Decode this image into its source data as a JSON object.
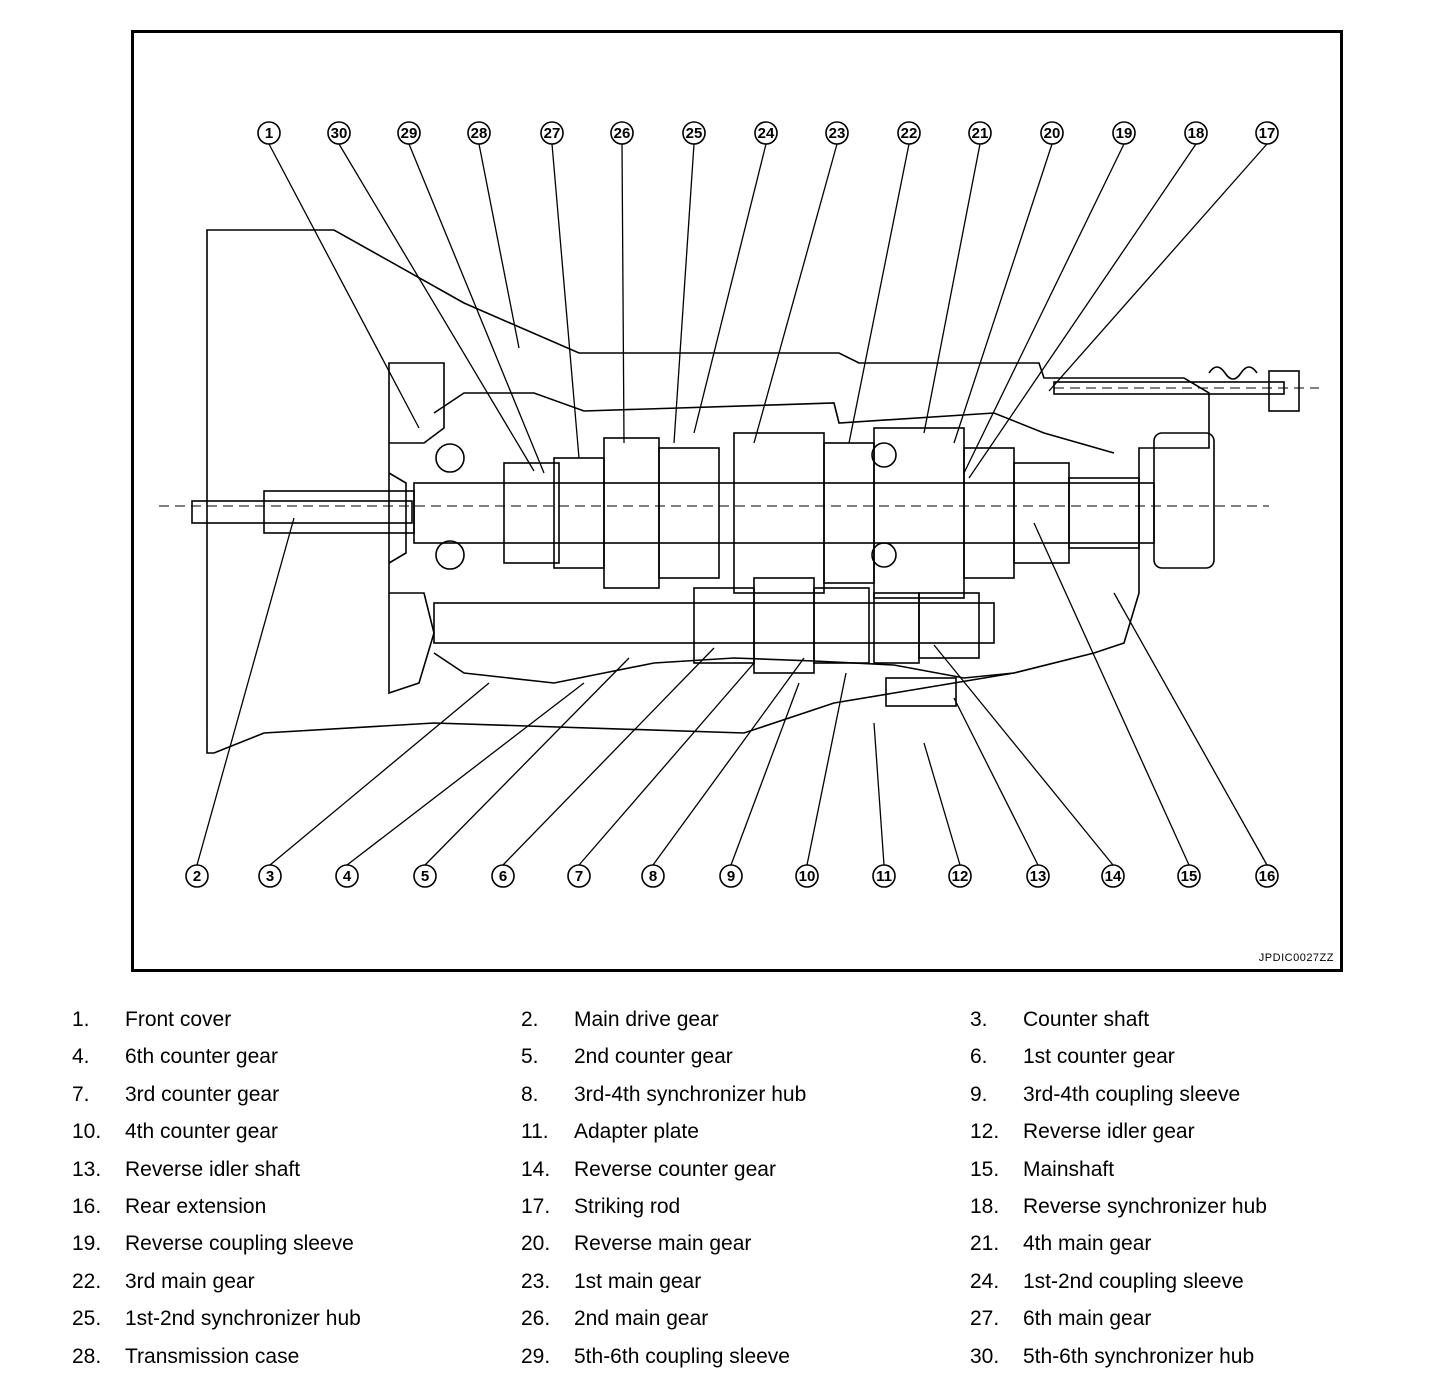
{
  "figure": {
    "code": "JPDIC0027ZZ",
    "callouts": [
      "1",
      "2",
      "3",
      "4",
      "5",
      "6",
      "7",
      "8",
      "9",
      "10",
      "11",
      "12",
      "13",
      "14",
      "15",
      "16",
      "17",
      "18",
      "19",
      "20",
      "21",
      "22",
      "23",
      "24",
      "25",
      "26",
      "27",
      "28",
      "29",
      "30"
    ]
  },
  "legend": [
    {
      "num": "1.",
      "text": "Front cover"
    },
    {
      "num": "2.",
      "text": "Main drive gear"
    },
    {
      "num": "3.",
      "text": "Counter shaft"
    },
    {
      "num": "4.",
      "text": "6th counter gear"
    },
    {
      "num": "5.",
      "text": "2nd counter gear"
    },
    {
      "num": "6.",
      "text": "1st counter gear"
    },
    {
      "num": "7.",
      "text": "3rd counter gear"
    },
    {
      "num": "8.",
      "text": "3rd-4th synchronizer hub"
    },
    {
      "num": "9.",
      "text": "3rd-4th coupling sleeve"
    },
    {
      "num": "10.",
      "text": "4th counter gear"
    },
    {
      "num": "11.",
      "text": "Adapter plate"
    },
    {
      "num": "12.",
      "text": "Reverse idler gear"
    },
    {
      "num": "13.",
      "text": "Reverse idler shaft"
    },
    {
      "num": "14.",
      "text": "Reverse counter gear"
    },
    {
      "num": "15.",
      "text": "Mainshaft"
    },
    {
      "num": "16.",
      "text": "Rear extension"
    },
    {
      "num": "17.",
      "text": "Striking rod"
    },
    {
      "num": "18.",
      "text": "Reverse synchronizer hub"
    },
    {
      "num": "19.",
      "text": "Reverse coupling sleeve"
    },
    {
      "num": "20.",
      "text": "Reverse main gear"
    },
    {
      "num": "21.",
      "text": "4th main gear"
    },
    {
      "num": "22.",
      "text": "3rd main gear"
    },
    {
      "num": "23.",
      "text": "1st main gear"
    },
    {
      "num": "24.",
      "text": "1st-2nd coupling sleeve"
    },
    {
      "num": "25.",
      "text": "1st-2nd synchronizer hub"
    },
    {
      "num": "26.",
      "text": "2nd main gear"
    },
    {
      "num": "27.",
      "text": "6th main gear"
    },
    {
      "num": "28.",
      "text": "Transmission case"
    },
    {
      "num": "29.",
      "text": "5th-6th coupling sleeve"
    },
    {
      "num": "30.",
      "text": "5th-6th synchronizer hub"
    }
  ]
}
